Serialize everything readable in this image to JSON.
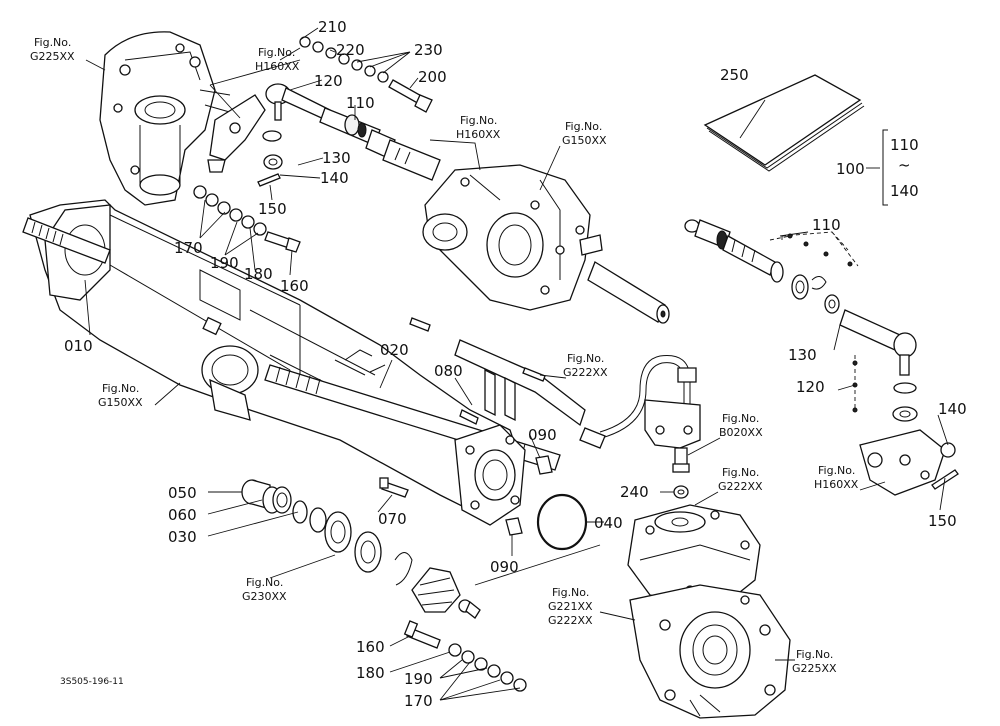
{
  "drawing_code": "3S505-196-11",
  "callouts": {
    "c210": "210",
    "c220": "220",
    "c230": "230",
    "c200": "200",
    "c120a": "120",
    "c110a": "110",
    "c130a": "130",
    "c140a": "140",
    "c150a": "150",
    "c170a": "170",
    "c190a": "190",
    "c180a": "180",
    "c160a": "160",
    "c010": "010",
    "c020": "020",
    "c080": "080",
    "c090a": "090",
    "c090b": "090",
    "c070": "070",
    "c040": "040",
    "c050": "050",
    "c060": "060",
    "c030": "030",
    "c240": "240",
    "c250": "250",
    "c100": "100",
    "c110r": "110",
    "c140r": "140",
    "c110b": "110",
    "c130b": "130",
    "c120b": "120",
    "c140b": "140",
    "c150b": "150",
    "c160b": "160",
    "c180b": "180",
    "c190b": "190",
    "c170b": "170"
  },
  "range_tilde": "~",
  "figrefs": [
    {
      "label": "Fig.No.",
      "code": "G225XX"
    },
    {
      "label": "Fig.No.",
      "code": "H160XX"
    },
    {
      "label": "Fig.No.",
      "code": "H160XX"
    },
    {
      "label": "Fig.No.",
      "code": "G150XX"
    },
    {
      "label": "Fig.No.",
      "code": "G150XX"
    },
    {
      "label": "Fig.No.",
      "code": "G222XX"
    },
    {
      "label": "Fig.No.",
      "code": "B020XX"
    },
    {
      "label": "Fig.No.",
      "code": "G222XX"
    },
    {
      "label": "Fig.No.",
      "code": "H160XX"
    },
    {
      "label": "Fig.No.",
      "code": "G230XX"
    },
    {
      "label": "Fig.No.",
      "code": "G221XX",
      "code2": "G222XX"
    },
    {
      "label": "Fig.No.",
      "code": "G225XX"
    }
  ]
}
